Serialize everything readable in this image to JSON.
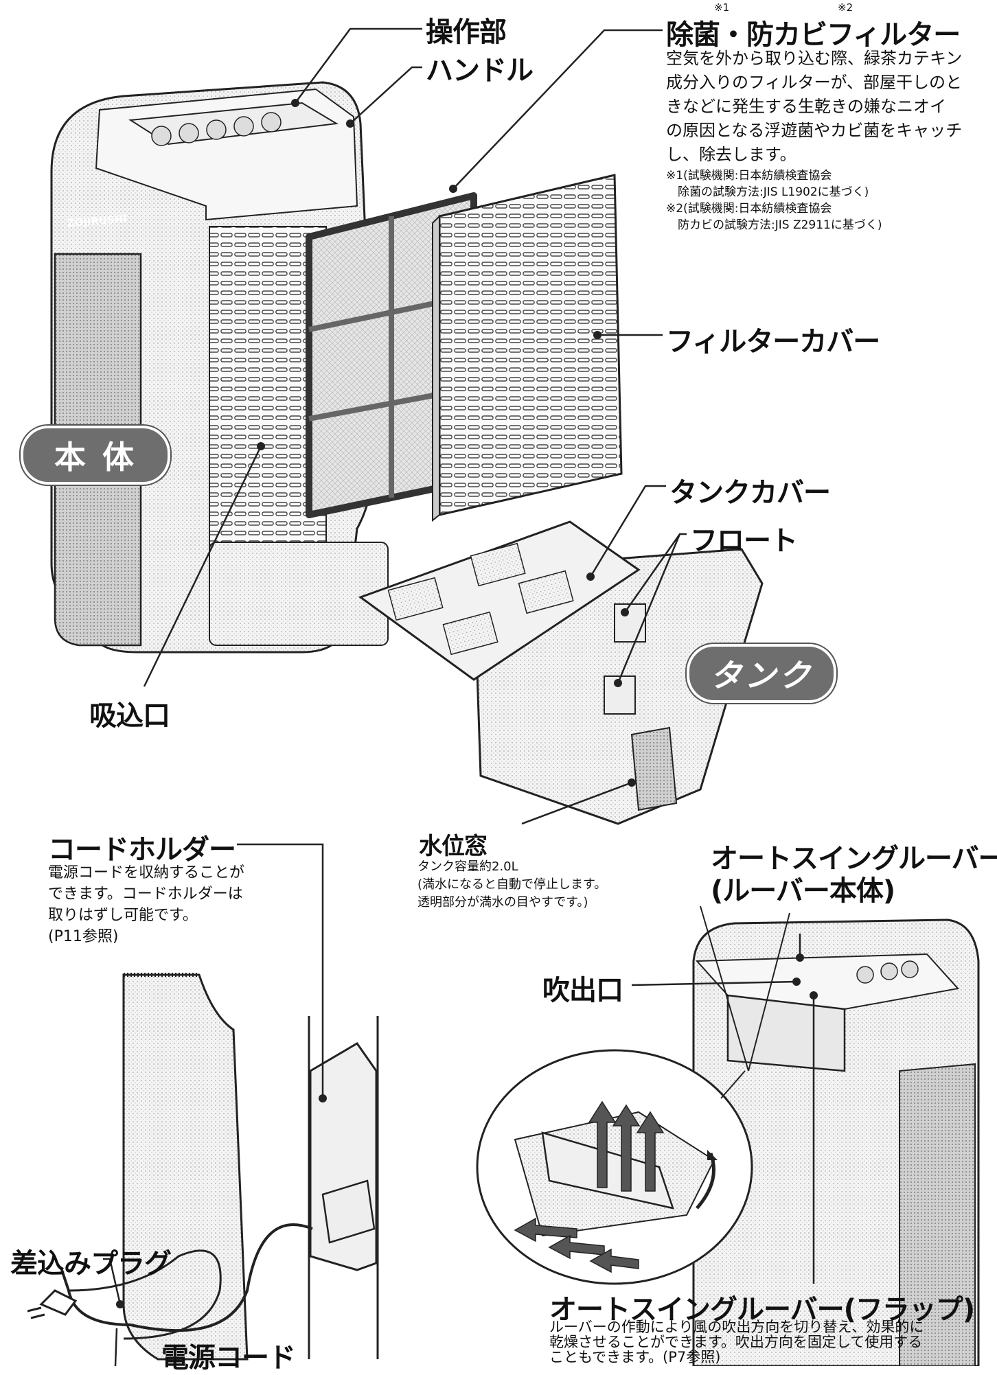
{
  "labels": {
    "control_panel": "操作部",
    "handle": "ハンドル",
    "filter_title": "除菌・防カビフィルター",
    "filter_sup1": "※1",
    "filter_sup2": "※2",
    "filter_desc": [
      "空気を外から取り込む際、緑茶カテキン",
      "成分入りのフィルターが、部屋干しのと",
      "きなどに発生する生乾きの嫌なニオイ",
      "の原因となる浮遊菌やカビ菌をキャッチ",
      "し、除去します。"
    ],
    "filter_notes": [
      "※1(試験機関:日本紡績検査協会",
      "　除菌の試験方法:JIS L1902に基づく)",
      "※2(試験機関:日本紡績検査協会",
      "　防カビの試験方法:JIS Z2911に基づく)"
    ],
    "filter_cover": "フィルターカバー",
    "body": "本 体",
    "tank_cover": "タンクカバー",
    "float": "フロート",
    "tank": "タンク",
    "intake": "吸込口",
    "water_window": "水位窓",
    "water_window_desc": [
      "タンク容量約2.0L",
      "(満水になると自動で停止します。",
      " 透明部分が満水の目やすです。)"
    ],
    "cord_holder": "コードホルダー",
    "cord_holder_desc": [
      "電源コードを収納することが",
      "できます。コードホルダーは",
      "取りはずし可能です。",
      "(P11参照)"
    ],
    "louver_body_1": "オートスイングルーバー",
    "louver_body_2": "(ルーバー本体)",
    "outlet": "吹出口",
    "plug": "差込みプラグ",
    "power_cord": "電源コード",
    "flap_title": "オートスイングルーバー(フラップ)",
    "flap_desc": [
      "ルーバーの作動により風の吹出方向を切り替え、効果的に",
      "乾燥させることができます。吹出方向を固定して使用する",
      "こともできます。(P7参照)"
    ],
    "brand": "ZOJIRUSHI"
  },
  "colors": {
    "pill_fill": "#6e6e6e",
    "line": "#222222",
    "shade": "#d8d8d8"
  }
}
